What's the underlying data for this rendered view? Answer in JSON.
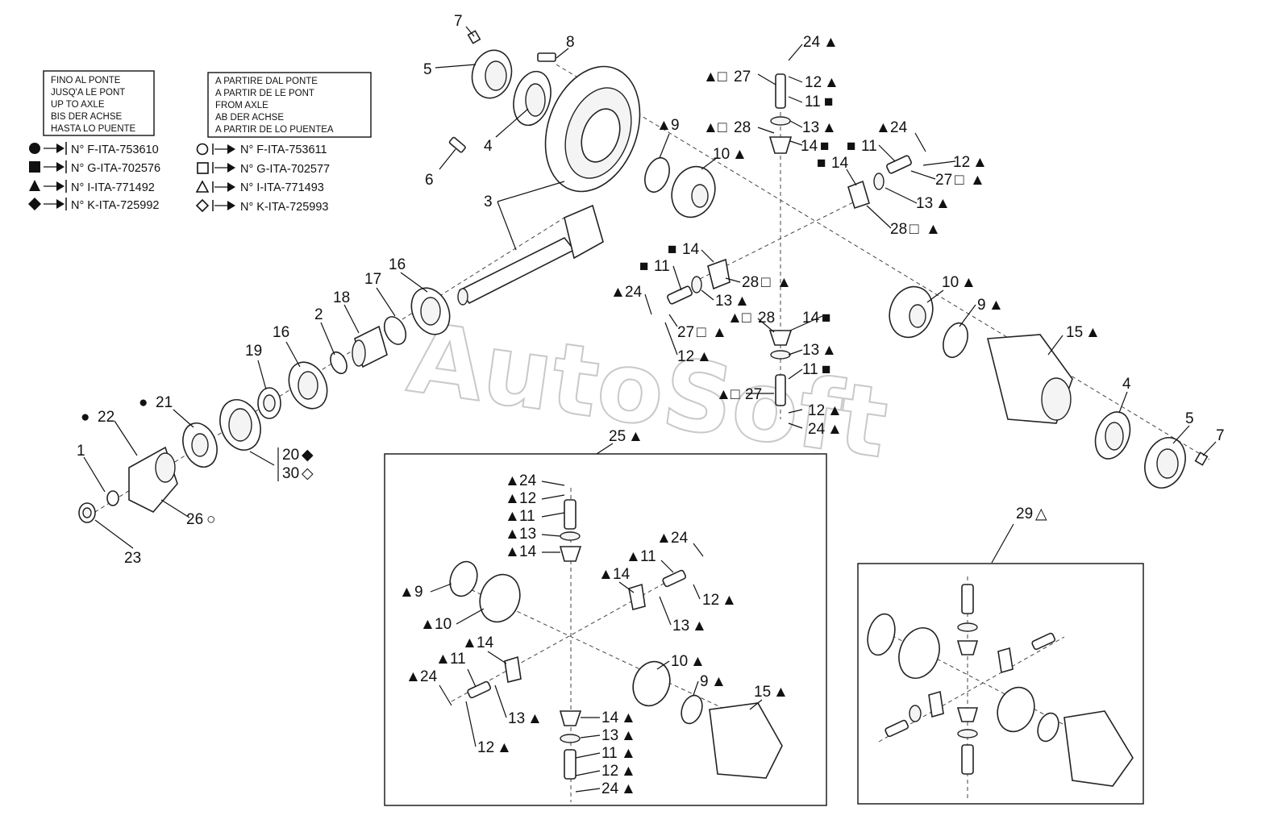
{
  "legend_left": {
    "lines": [
      "FINO AL PONTE",
      "JUSQ'A LE PONT",
      "UP TO AXLE",
      "BIS DER ACHSE",
      "HASTA LO PUENTE"
    ],
    "entries": [
      {
        "symbol": "filled-circle",
        "text": "N° F-ITA-753610"
      },
      {
        "symbol": "filled-square",
        "text": "N° G-ITA-702576"
      },
      {
        "symbol": "filled-triangle",
        "text": "N° I-ITA-771492"
      },
      {
        "symbol": "filled-diamond",
        "text": "N° K-ITA-725992"
      }
    ]
  },
  "legend_right": {
    "lines": [
      "A PARTIRE DAL PONTE",
      "A PARTIR DE LE PONT",
      "FROM AXLE",
      "AB DER ACHSE",
      "A PARTIR DE LO PUENTEA"
    ],
    "entries": [
      {
        "symbol": "open-circle",
        "text": "N° F-ITA-753611"
      },
      {
        "symbol": "open-square",
        "text": "N° G-ITA-702577"
      },
      {
        "symbol": "open-triangle",
        "text": "N° I-ITA-771493"
      },
      {
        "symbol": "open-diamond",
        "text": "N° K-ITA-725993"
      }
    ]
  },
  "watermark": "AutoSoft",
  "symbols": {
    "tri": "▲",
    "sq": "■",
    "osq": "□",
    "circ": "●",
    "ocirc": "○",
    "dia": "◆",
    "odia": "◇",
    "otri": "△"
  },
  "labels": {
    "l7a": "7",
    "l8": "8",
    "l5a": "5",
    "l4a": "4",
    "l6": "6",
    "l3": "3",
    "l16a": "16",
    "l17": "17",
    "l18": "18",
    "l2": "2",
    "l16b": "16",
    "l19": "19",
    "l21": "21",
    "l22": "22",
    "l1": "1",
    "l23": "23",
    "l26": "26",
    "l20": "20",
    "l30": "30",
    "l9a": "9",
    "l10a": "10",
    "l24a": "24",
    "l12a": "12",
    "l27a": "27",
    "l11a": "11",
    "l28a": "28",
    "l13a": "13",
    "l14a": "14",
    "l24b": "24",
    "l11b": "11",
    "l12b": "12",
    "l27b": "27",
    "l14b": "14",
    "l13b": "13",
    "l28b": "28",
    "l14c": "14",
    "l11c": "11",
    "l24c": "24",
    "l13c": "13",
    "l28c": "28",
    "l27c": "27",
    "l12c": "12",
    "l28d": "28",
    "l14d": "14",
    "l13d": "13",
    "l11d": "11",
    "l27d": "27",
    "l12d": "12",
    "l24d": "24",
    "l10b": "10",
    "l9b": "9",
    "l15a": "15",
    "l4b": "4",
    "l5b": "5",
    "l7b": "7",
    "l25": "25",
    "l29": "29",
    "i24a": "24",
    "i12a": "12",
    "i11a": "11",
    "i13a": "13",
    "i14a": "14",
    "i9": "9",
    "i10a": "10",
    "i24b": "24",
    "i11b": "11",
    "i14b": "14",
    "i12b": "12",
    "i13b": "13",
    "i14c": "14",
    "i11c": "11",
    "i24c": "24",
    "i13c": "13",
    "i12c": "12",
    "i10b": "10",
    "i9b": "9",
    "i15": "15",
    "i14d": "14",
    "i13d": "13",
    "i11d": "11",
    "i12d": "12",
    "i24d": "24"
  }
}
